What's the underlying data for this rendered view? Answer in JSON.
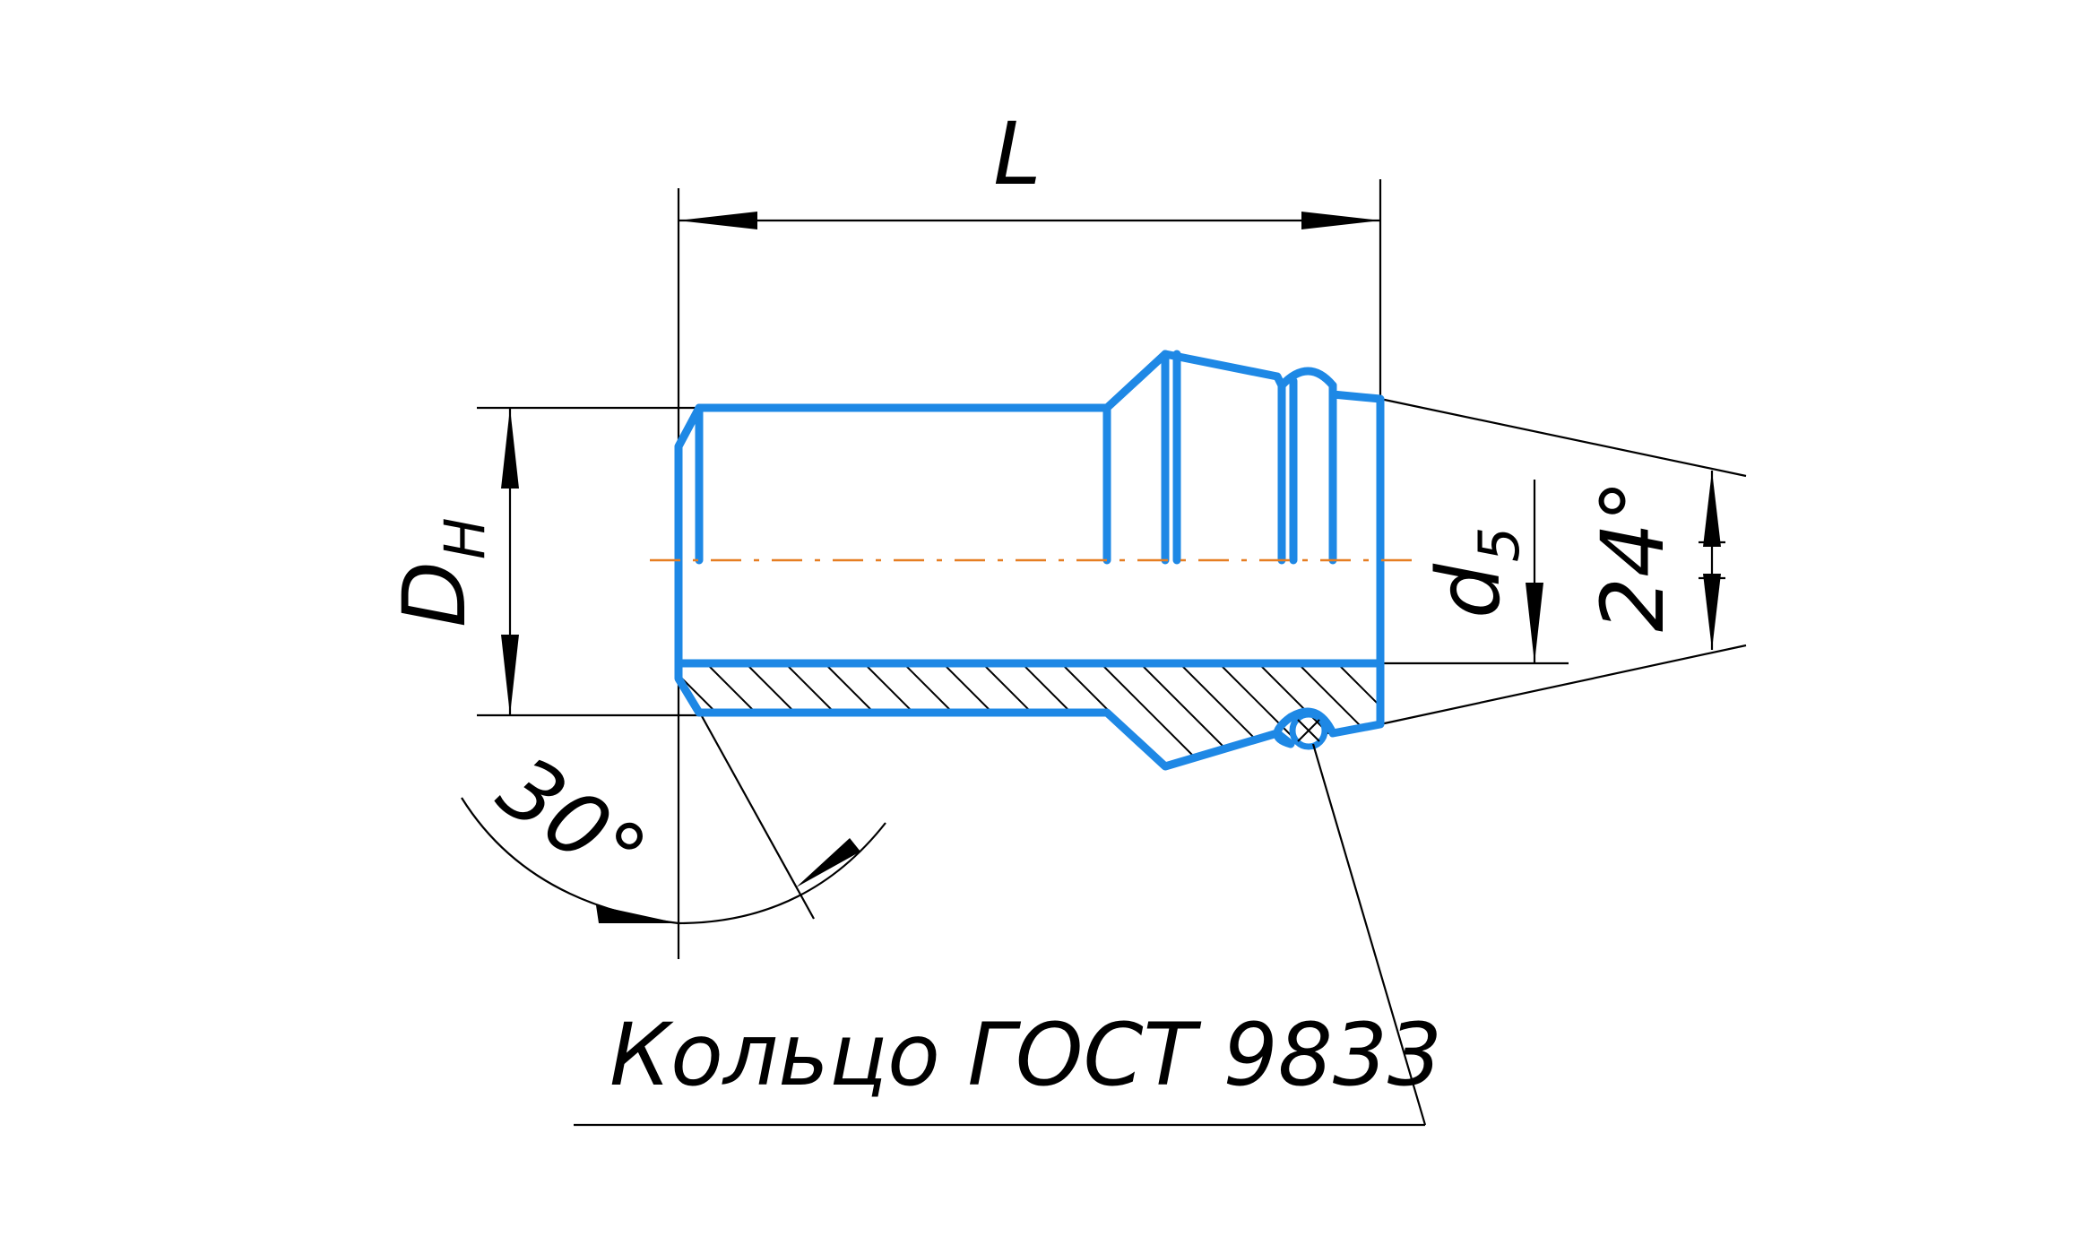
{
  "labels": {
    "length": "L",
    "outer_diameter_main": "D",
    "outer_diameter_sub": "Н",
    "bore_main": "d",
    "bore_sub": "5",
    "cone_angle": "24°",
    "chamfer_angle": "30°",
    "ring_callout": "Кольцо ГОСТ 9833"
  },
  "colors": {
    "part_outline": "#1e88e5",
    "axis_line": "#e67e22",
    "dimension_lines": "#000000"
  }
}
